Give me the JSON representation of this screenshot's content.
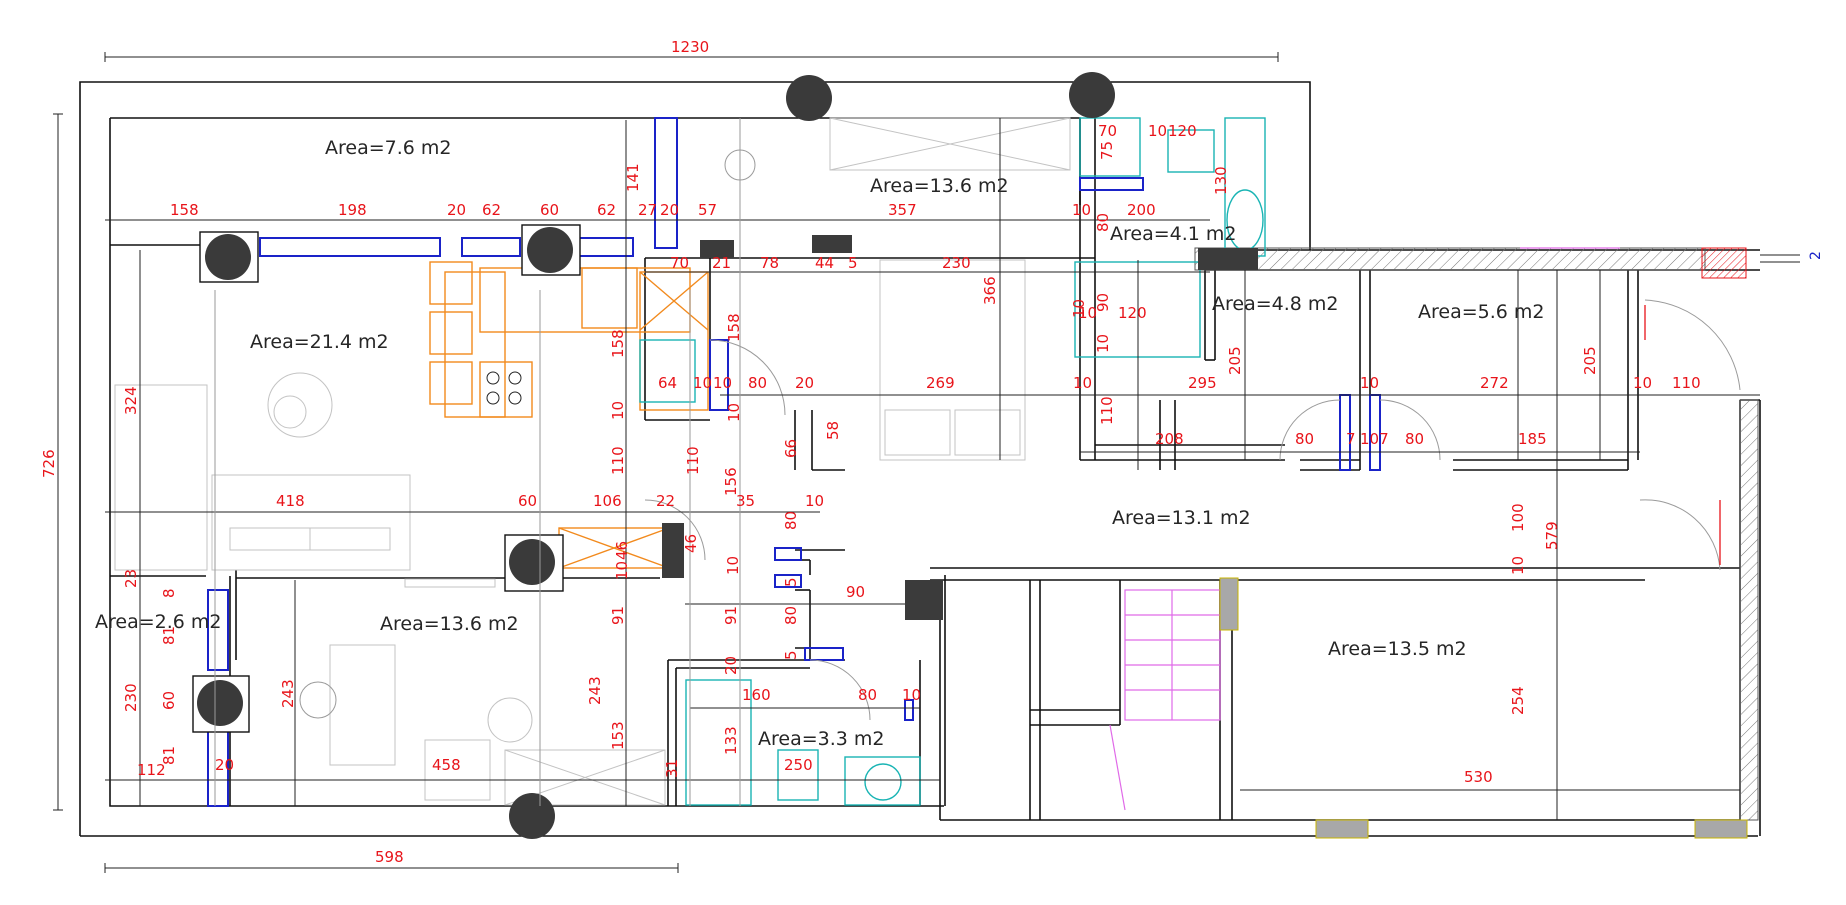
{
  "areas": [
    {
      "id": "a1",
      "label": "Area=7.6  m2"
    },
    {
      "id": "a2",
      "label": "Area=13.6  m2"
    },
    {
      "id": "a3",
      "label": "Area=4.1  m2"
    },
    {
      "id": "a4",
      "label": "Area=4.8  m2"
    },
    {
      "id": "a5",
      "label": "Area=5.6  m2"
    },
    {
      "id": "a6",
      "label": "Area=21.4  m2"
    },
    {
      "id": "a7",
      "label": "Area=13.1  m2"
    },
    {
      "id": "a8",
      "label": "Area=2.6  m2"
    },
    {
      "id": "a9",
      "label": "Area=13.6  m2"
    },
    {
      "id": "a10",
      "label": "Area=13.5  m2"
    },
    {
      "id": "a11",
      "label": "Area=3.3  m2"
    }
  ],
  "overall": {
    "width": "1230",
    "height": "726",
    "bottom": "598",
    "grid_tag": "2"
  },
  "dims_h": {
    "h1": "158",
    "h2": "198",
    "h3": "20",
    "h4": "62",
    "h5": "60",
    "h6": "62",
    "h7": "27",
    "h8": "20",
    "h9": "57",
    "h10": "357",
    "h11": "10",
    "h12": "200",
    "h13": "70",
    "h14": "21",
    "h15": "78",
    "h16": "44",
    "h17": "5",
    "h18": "230",
    "h19": "70",
    "h20": "10",
    "h21": "120",
    "h22": "120",
    "h23": "10",
    "h24": "64",
    "h25": "10",
    "h26": "10",
    "h27": "80",
    "h28": "20",
    "h29": "269",
    "h30": "10",
    "h31": "295",
    "h32": "10",
    "h33": "272",
    "h34": "10",
    "h35": "110",
    "h36": "208",
    "h37": "80",
    "h38": "7",
    "h39": "107",
    "h40": "80",
    "h41": "185",
    "h42": "418",
    "h43": "60",
    "h44": "106",
    "h45": "22",
    "h46": "35",
    "h47": "10",
    "h48": "90",
    "h49": "160",
    "h50": "80",
    "h51": "10",
    "h52": "112",
    "h53": "20",
    "h54": "458",
    "h55": "250",
    "h56": "530"
  },
  "dims_v": {
    "v1": "141",
    "v2": "75",
    "v3": "130",
    "v4": "80",
    "v5": "366",
    "v6": "90",
    "v7": "10",
    "v8": "10",
    "v9": "205",
    "v10": "205",
    "v11": "324",
    "v12": "158",
    "v13": "158",
    "v14": "10",
    "v15": "10",
    "v16": "110",
    "v17": "110",
    "v18": "110",
    "v19": "58",
    "v20": "66",
    "v21": "156",
    "v22": "80",
    "v23": "46",
    "v24": "46",
    "v25": "10",
    "v26": "10",
    "v27": "100",
    "v28": "579",
    "v29": "10",
    "v30": "23",
    "v31": "8",
    "v32": "81",
    "v33": "230",
    "v34": "60",
    "v35": "243",
    "v36": "81",
    "v37": "91",
    "v38": "91",
    "v39": "243",
    "v40": "153",
    "v41": "80",
    "v42": "5",
    "v43": "5",
    "v44": "20",
    "v45": "133",
    "v46": "31",
    "v47": "254"
  }
}
